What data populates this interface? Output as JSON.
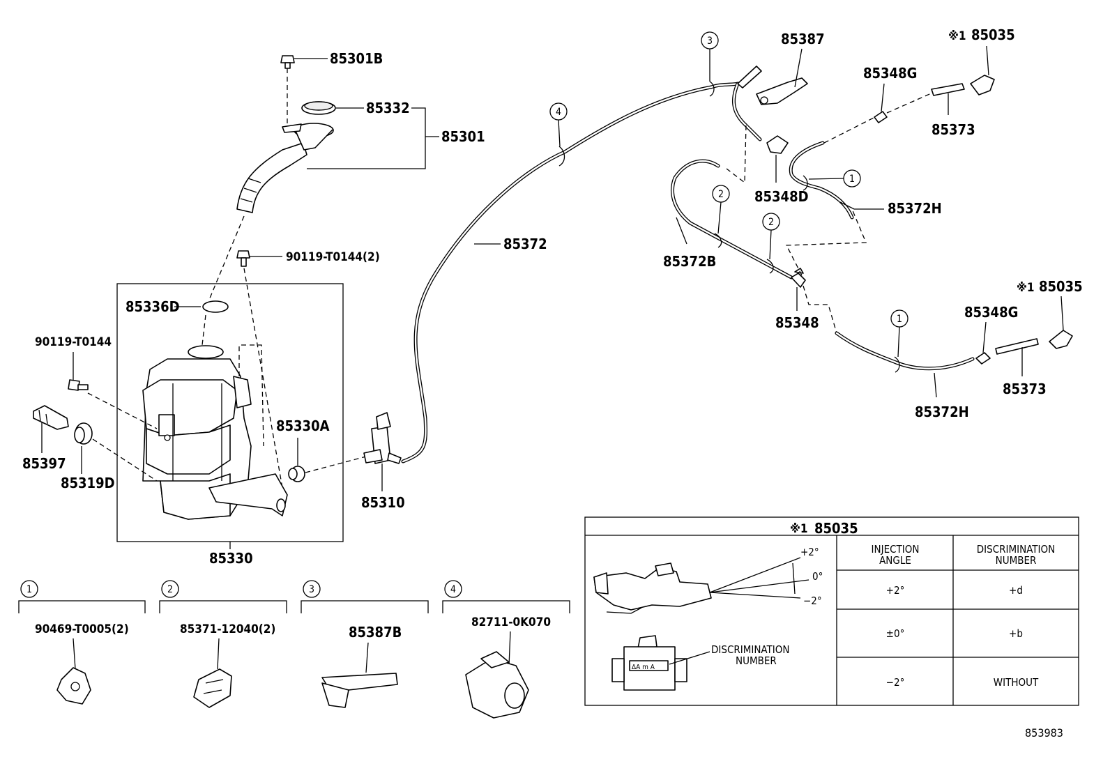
{
  "callouts": {
    "p85301B": "85301B",
    "p85332": "85332",
    "p85301": "85301",
    "p90119_T0144_2": "90119-T0144(2)",
    "p85336D": "85336D",
    "p90119_T0144": "90119-T0144",
    "p85397": "85397",
    "p85319D": "85319D",
    "p85330A": "85330A",
    "p85310": "85310",
    "p85330": "85330",
    "p85372": "85372",
    "p85387": "85387",
    "p85035_a": "85035",
    "p85035_b": "85035",
    "p85348G_a": "85348G",
    "p85348G_b": "85348G",
    "p85373_a": "85373",
    "p85373_b": "85373",
    "p85348D": "85348D",
    "p85372H_a": "85372H",
    "p85372H_b": "85372H",
    "p85372B": "85372B",
    "p85348": "85348",
    "note_mark_a": "※1",
    "note_mark_b": "※1"
  },
  "circles": [
    "1",
    "2",
    "3",
    "4"
  ],
  "clips": [
    {
      "num": "1",
      "part": "90469-T0005(2)"
    },
    {
      "num": "2",
      "part": "85371-12040(2)"
    },
    {
      "num": "3",
      "part": "85387B"
    },
    {
      "num": "4",
      "part": "82711-0K070"
    }
  ],
  "note_table": {
    "title_mark": "※1",
    "title_part": "85035",
    "col1_header_l1": "INJECTION",
    "col1_header_l2": "ANGLE",
    "col2_header_l1": "DISCRIMINATION",
    "col2_header_l2": "NUMBER",
    "rows": [
      {
        "angle": "+2°",
        "number": "+d"
      },
      {
        "angle": "±0°",
        "number": "+b"
      },
      {
        "angle": "−2°",
        "number": "WITHOUT"
      }
    ],
    "angle_plus": "+2°",
    "angle_zero": "0°",
    "angle_minus": "−2°",
    "disc_l1": "DISCRIMINATION",
    "disc_l2": "NUMBER",
    "stamp": "ΔA m A"
  },
  "diagram_id": "853983"
}
